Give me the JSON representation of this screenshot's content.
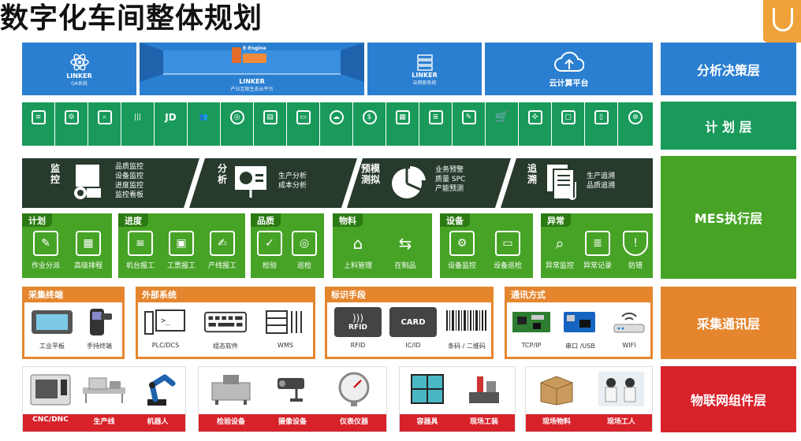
{
  "title": "数字化车间整体规划",
  "layers": {
    "analysis": "分析决策层",
    "plan": "计 划 层",
    "mes": "MES执行层",
    "collect": "采集通讯层",
    "iot": "物联网组件层"
  },
  "row1": {
    "oa_brand": "LINKER",
    "oa_sub": "OA系统",
    "platform_brand": "LINKER",
    "platform_sub": "产业互联生态云平台",
    "engine": "E-Engine",
    "cloud_brand": "LINKER",
    "cloud_sub": "云相册系统",
    "cloud_platform": "云计算平台"
  },
  "row3": {
    "monitor_label": "监 控",
    "monitor_items": [
      "品质监控",
      "设备监控",
      "进度监控",
      "监控看板"
    ],
    "analysis_label": "分 析",
    "analysis_items": [
      "生产分析",
      "成本分析"
    ],
    "predict_label": "预模 测拟",
    "predict_items": [
      "业务预警",
      "质量 SPC",
      "产能预测"
    ],
    "trace_label": "追 溯",
    "trace_items": [
      "生产追溯",
      "品质追溯"
    ]
  },
  "row4": {
    "plan": {
      "title": "计划",
      "items": [
        "作业分派",
        "高级排程"
      ]
    },
    "progress": {
      "title": "进度",
      "items": [
        "机台报工",
        "工票报工",
        "产线报工"
      ]
    },
    "quality": {
      "title": "品质",
      "items": [
        "检验",
        "巡检"
      ]
    },
    "material": {
      "title": "物料",
      "items": [
        "上料管理",
        "在制品"
      ]
    },
    "equipment": {
      "title": "设备",
      "items": [
        "设备监控",
        "设备巡检"
      ]
    },
    "exception": {
      "title": "异常",
      "items": [
        "异常监控",
        "异常记录",
        "防错"
      ]
    }
  },
  "row5": {
    "terminal": {
      "title": "采集终端",
      "items": [
        "工业平板",
        "手持终端"
      ]
    },
    "external": {
      "title": "外部系统",
      "items": [
        "PLC/DCS",
        "组态软件",
        "WMS"
      ]
    },
    "identify": {
      "title": "标识手段",
      "items": [
        "RFID",
        "IC/ID",
        "条码 / 二维码"
      ]
    },
    "comm": {
      "title": "通讯方式",
      "items": [
        "TCP/IP",
        "串口 /USB",
        "WIFI"
      ]
    },
    "rfid_text": "RFID",
    "card_text": "CARD"
  },
  "row6": {
    "g1": [
      "CNC/DNC",
      "生产线",
      "机器人"
    ],
    "g2": [
      "检验设备",
      "摄像设备",
      "仪表仪器"
    ],
    "g3": [
      "容器具",
      "现场工装"
    ],
    "g4": [
      "现场物料",
      "现场工人"
    ]
  },
  "colors": {
    "blue": "#2b7fd1",
    "green_plan": "#199a5b",
    "mes_green": "#46a326",
    "orange": "#e5862e",
    "red": "#d8222a",
    "dark": "#273a2c"
  }
}
